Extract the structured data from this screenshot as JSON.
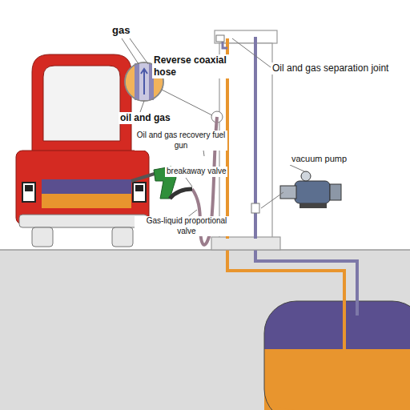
{
  "diagram": {
    "labels": [
      "gas",
      "Reverse coaxial hose",
      "oil and gas",
      "Oil and gas separation joint",
      "Oil and gas recovery fuel gun",
      "breakaway valve",
      "vacuum pump",
      "Gas-liquid proportional valve"
    ]
  }
}
